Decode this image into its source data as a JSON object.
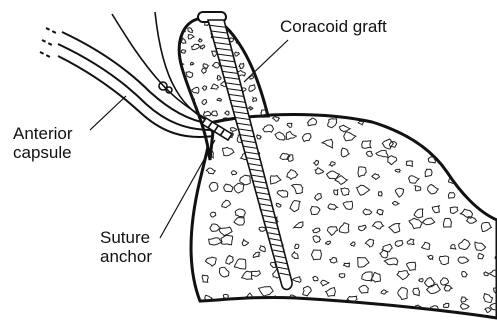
{
  "labels": {
    "coracoid_graft": "Coracoid graft",
    "anterior_capsule": [
      "Anterior",
      "capsule"
    ],
    "suture_anchor": [
      "Suture",
      "anchor"
    ]
  },
  "colors": {
    "ink": "#111111",
    "background": "#ffffff"
  }
}
